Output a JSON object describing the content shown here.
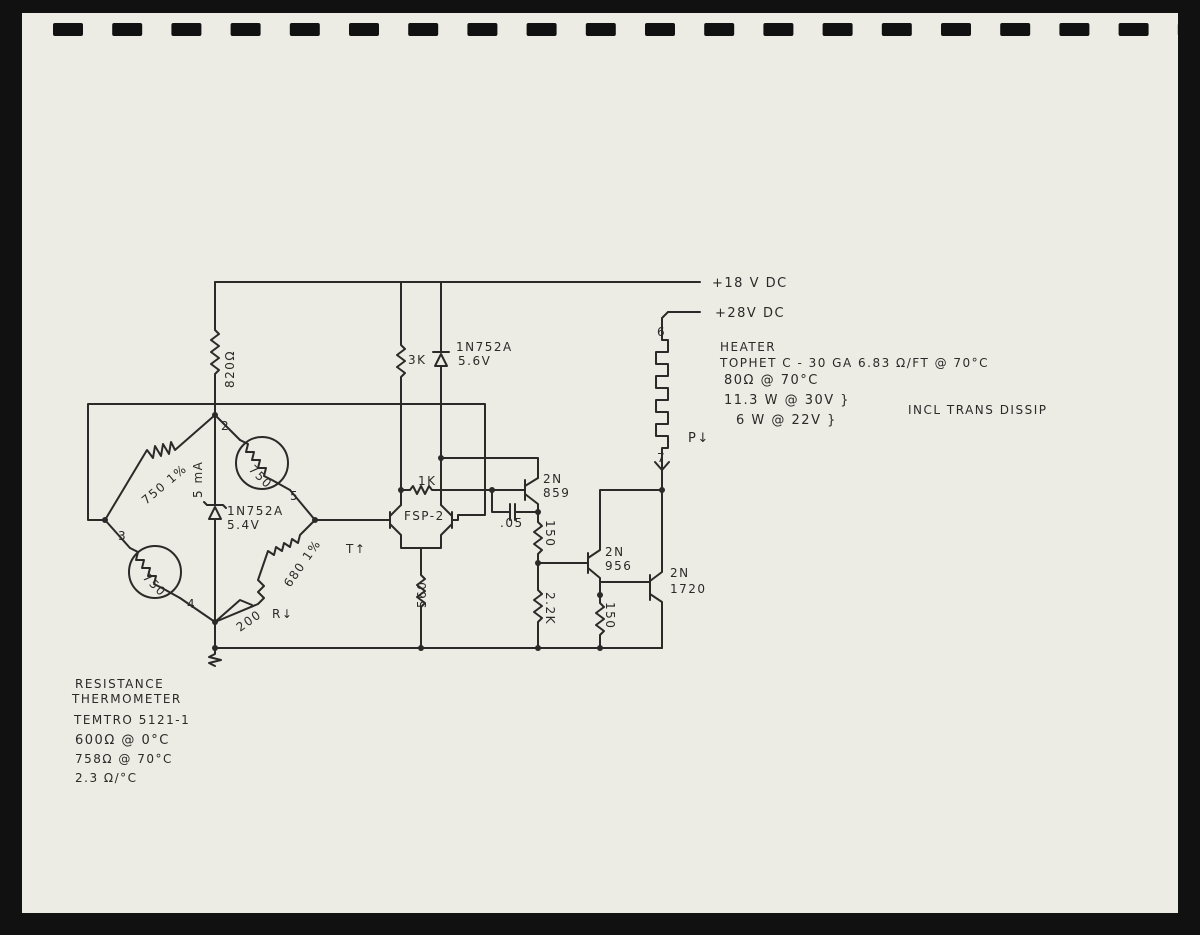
{
  "colors": {
    "paper": "#ecebe4",
    "ink": "#2b2a28",
    "border": "#111111"
  },
  "supplies": {
    "v18": "+18 V DC",
    "v28": "+28V DC"
  },
  "heater_notes": {
    "title": "HEATER",
    "line1": "TOPHET C - 30 GA   6.83 Ω/FT @ 70°C",
    "line2": "80Ω  @ 70°C",
    "line3": "11.3 W @ 30V }",
    "line4": "6 W @ 22V }",
    "bracket_note": "INCL TRANS DISSIP",
    "power_label": "P↓",
    "heater_top": "6",
    "heater_bottom": "7"
  },
  "thermometer_notes": {
    "line1": "RESISTANCE",
    "line2": "THERMOMETER",
    "line3": "TEMTRO  5121-1",
    "line4": "600Ω  @ 0°C",
    "line5": "758Ω  @ 70°C",
    "line6": "2.3 Ω/°C"
  },
  "components": {
    "r820": "820Ω",
    "r750_fixed": "750 1%",
    "rt_top": "750",
    "rt_bottom": "750",
    "pin2": "2",
    "pin3": "3",
    "pin4": "4",
    "pin5": "5",
    "current_5ma": "5 mA",
    "zener1_part": "1N752A",
    "zener1_v": "5.4V",
    "r680": "680 1%",
    "pot200": "200",
    "r_label": "R↓",
    "t_label": "T↑",
    "r3k": "3K",
    "zener2_part": "1N752A",
    "zener2_v": "5.6V",
    "r1k": "1K",
    "pair": "FSP-2",
    "r560": "560",
    "q1_a": "2N",
    "q1_b": "859",
    "cap": ".05",
    "r150a": "150",
    "r22k": "2.2K",
    "q2_a": "2N",
    "q2_b": "956",
    "r150b": "150",
    "q3_a": "2N",
    "q3_b": "1720"
  }
}
